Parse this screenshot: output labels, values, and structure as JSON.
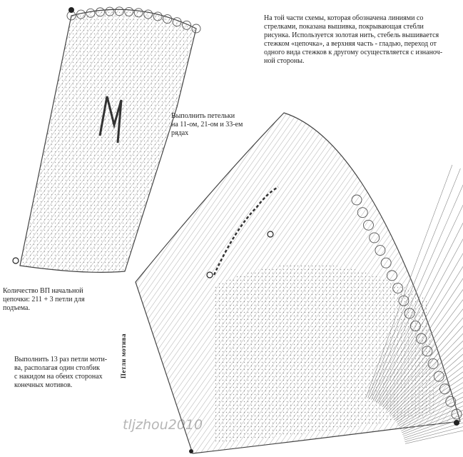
{
  "notes": {
    "top": [
      "На той части схемы, которая обозначена  линиями со",
      "стрелками, показана вышивка, покрывающая стебли",
      "рисунка. Используется золотая нить, стебель вышивается",
      "стежком «цепочка», а верхняя часть - гладью, переход от",
      "одного вида стежков к другому осуществляется с изнаноч-",
      "ной стороны."
    ],
    "loops": [
      "Выполнить петельки",
      "на 11-ом, 21-ом и 33-ем",
      "рядах"
    ],
    "chain": [
      "Количество ВП начальной",
      "цепочки:  211 + 3  петли для",
      "подъема."
    ],
    "repeat": [
      "Выполнить 13 раз петли моти-",
      "ва, располагая один столбик",
      "с накидом на обеих сторонах",
      "конечных мотивов."
    ]
  },
  "labels": {
    "motif_loops": "Петли мотива"
  },
  "watermark": "tljzhou2010"
}
